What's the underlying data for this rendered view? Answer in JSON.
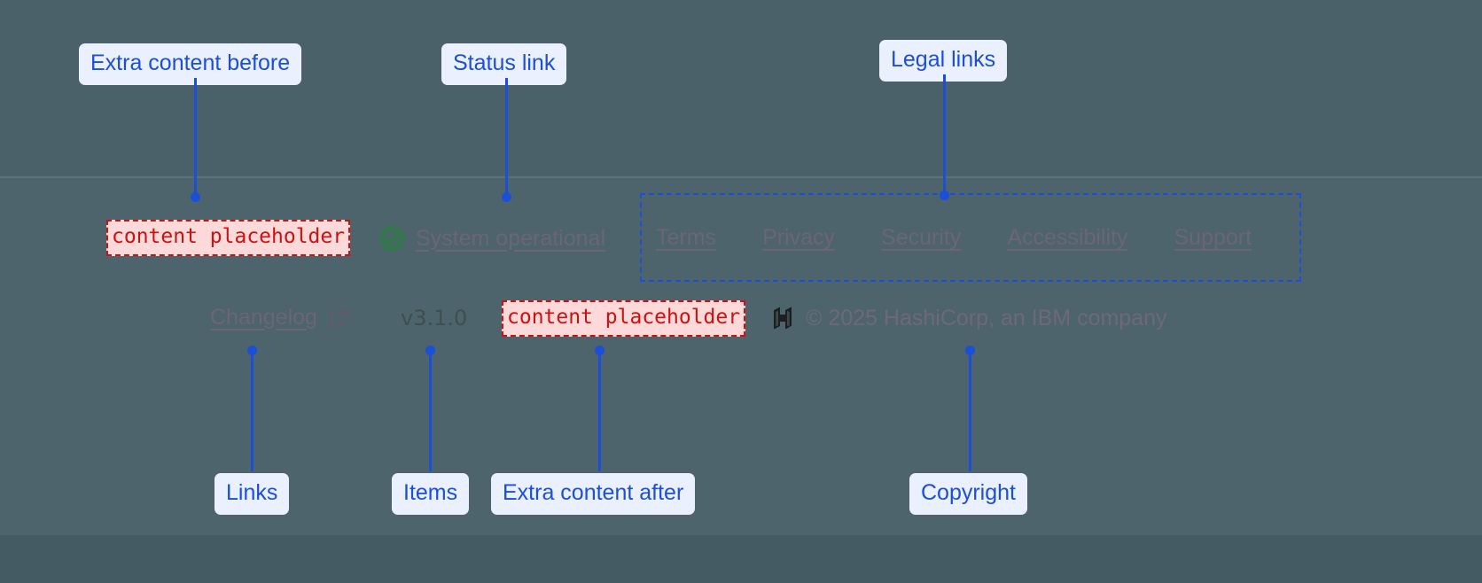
{
  "annotations": {
    "extra_before": "Extra content before",
    "status_link": "Status link",
    "legal_links": "Legal links",
    "links": "Links",
    "items": "Items",
    "extra_after": "Extra content after",
    "copyright": "Copyright"
  },
  "footer": {
    "extra_content_before": "content placeholder",
    "extra_content_after": "content placeholder",
    "status": {
      "label": "System operational",
      "icon": "check-circle-icon",
      "icon_color": "#1a8a2e"
    },
    "legal_links": [
      {
        "label": "Terms"
      },
      {
        "label": "Privacy"
      },
      {
        "label": "Security"
      },
      {
        "label": "Accessibility"
      },
      {
        "label": "Support"
      }
    ],
    "changelog": {
      "label": "Changelog",
      "icon": "external-link-icon"
    },
    "version": "v3.1.0",
    "copyright": {
      "logo": "hashicorp-logo-icon",
      "text": "© 2025 HashiCorp, an IBM company"
    }
  },
  "colors": {
    "background": "#4d646c",
    "annotation": "#1b4fd8",
    "annotation_bg": "#eaf0fd",
    "placeholder_text": "#cc1111",
    "placeholder_bg": "#fdd9d9",
    "link": "#6b6576",
    "status_green": "#1a8a2e"
  }
}
